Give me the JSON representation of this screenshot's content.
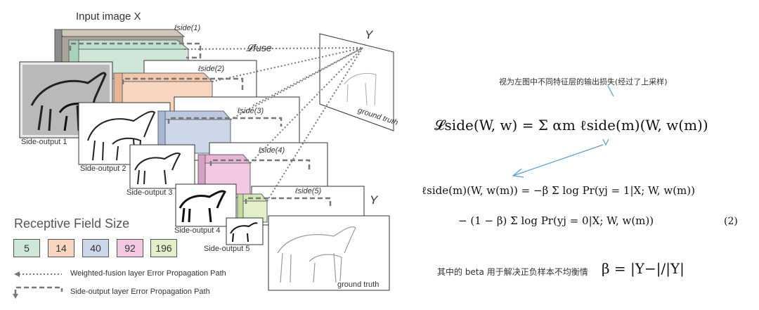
{
  "input_label": "Input image X",
  "fuse_label": "𝓛fuse",
  "Y_top": "Y",
  "Y_bottom": "Y",
  "ground_truth_top": "ground truth",
  "ground_truth_bottom": "ground truth",
  "side_losses": [
    "ℓside(1)",
    "ℓside(2)",
    "ℓside(3)",
    "ℓside(4)",
    "ℓside(5)"
  ],
  "side_outputs": [
    "Side-output 1",
    "Side-output 2",
    "Side-output 3",
    "Side-output 4",
    "Side-output 5"
  ],
  "legend": {
    "title": "Receptive Field Size",
    "values": [
      "5",
      "14",
      "40",
      "92",
      "196"
    ],
    "colors": [
      "#cfe7d9",
      "#f8d5bf",
      "#cdd7ea",
      "#f3c8e3",
      "#e3efc9"
    ],
    "weighted_path": "Weighted-fusion layer Error Propagation Path",
    "side_path": "Side-output layer Error Propagation Path"
  },
  "annotation": "视为左图中不同特征层的输出损失(经过了上采样)",
  "equations": {
    "eq1": "𝓛side(W, w) = Σ αm ℓside(m)(W, w(m))",
    "eq2_line1": "ℓside(m)(W, w(m)) = −β Σ log Pr(yj = 1|X; W, w(m))",
    "eq2_line2": "− (1 − β) Σ log Pr(yj = 0|X; W, w(m))",
    "eq2_number": "(2)",
    "beta_note": "其中的 beta 用于解决正负样本不均衡情",
    "beta_formula": "β = |Y−|/|Y|"
  }
}
